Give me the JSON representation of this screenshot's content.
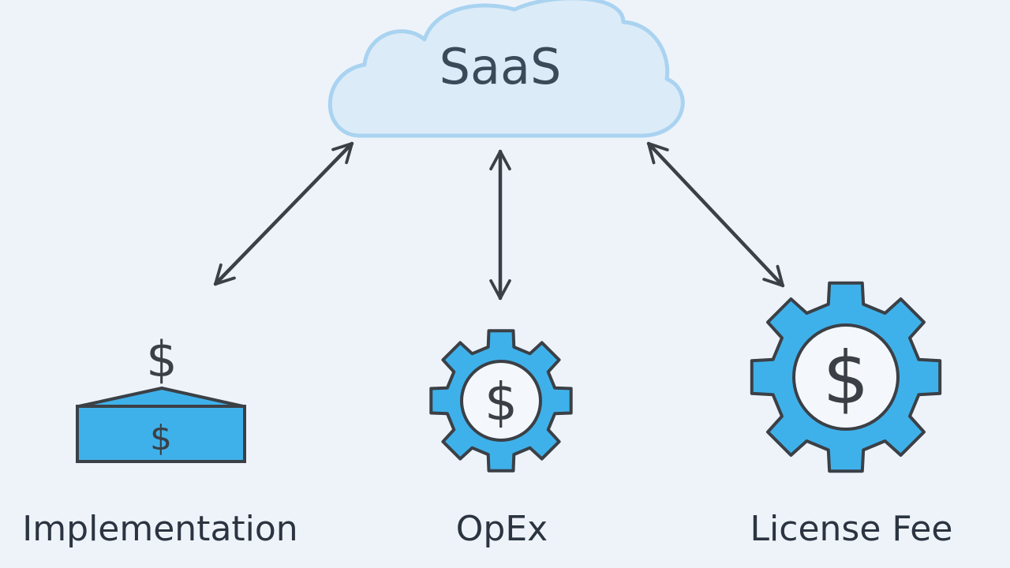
{
  "cloud": {
    "label": "SaaS"
  },
  "nodes": [
    {
      "key": "implementation",
      "label": "Implementation",
      "icon": "money-tray-icon",
      "icon_text": "$"
    },
    {
      "key": "opex",
      "label": "OpEx",
      "icon": "dollar-gear-icon",
      "icon_text": "$"
    },
    {
      "key": "license_fee",
      "label": "License Fee",
      "icon": "dollar-gear-icon",
      "icon_text": "$"
    }
  ],
  "colors": {
    "background": "#eef3fa",
    "cloud_fill": "#dcebf8",
    "cloud_stroke": "#a9d3f0",
    "icon_fill": "#3fb1ea",
    "stroke": "#3b4046"
  }
}
